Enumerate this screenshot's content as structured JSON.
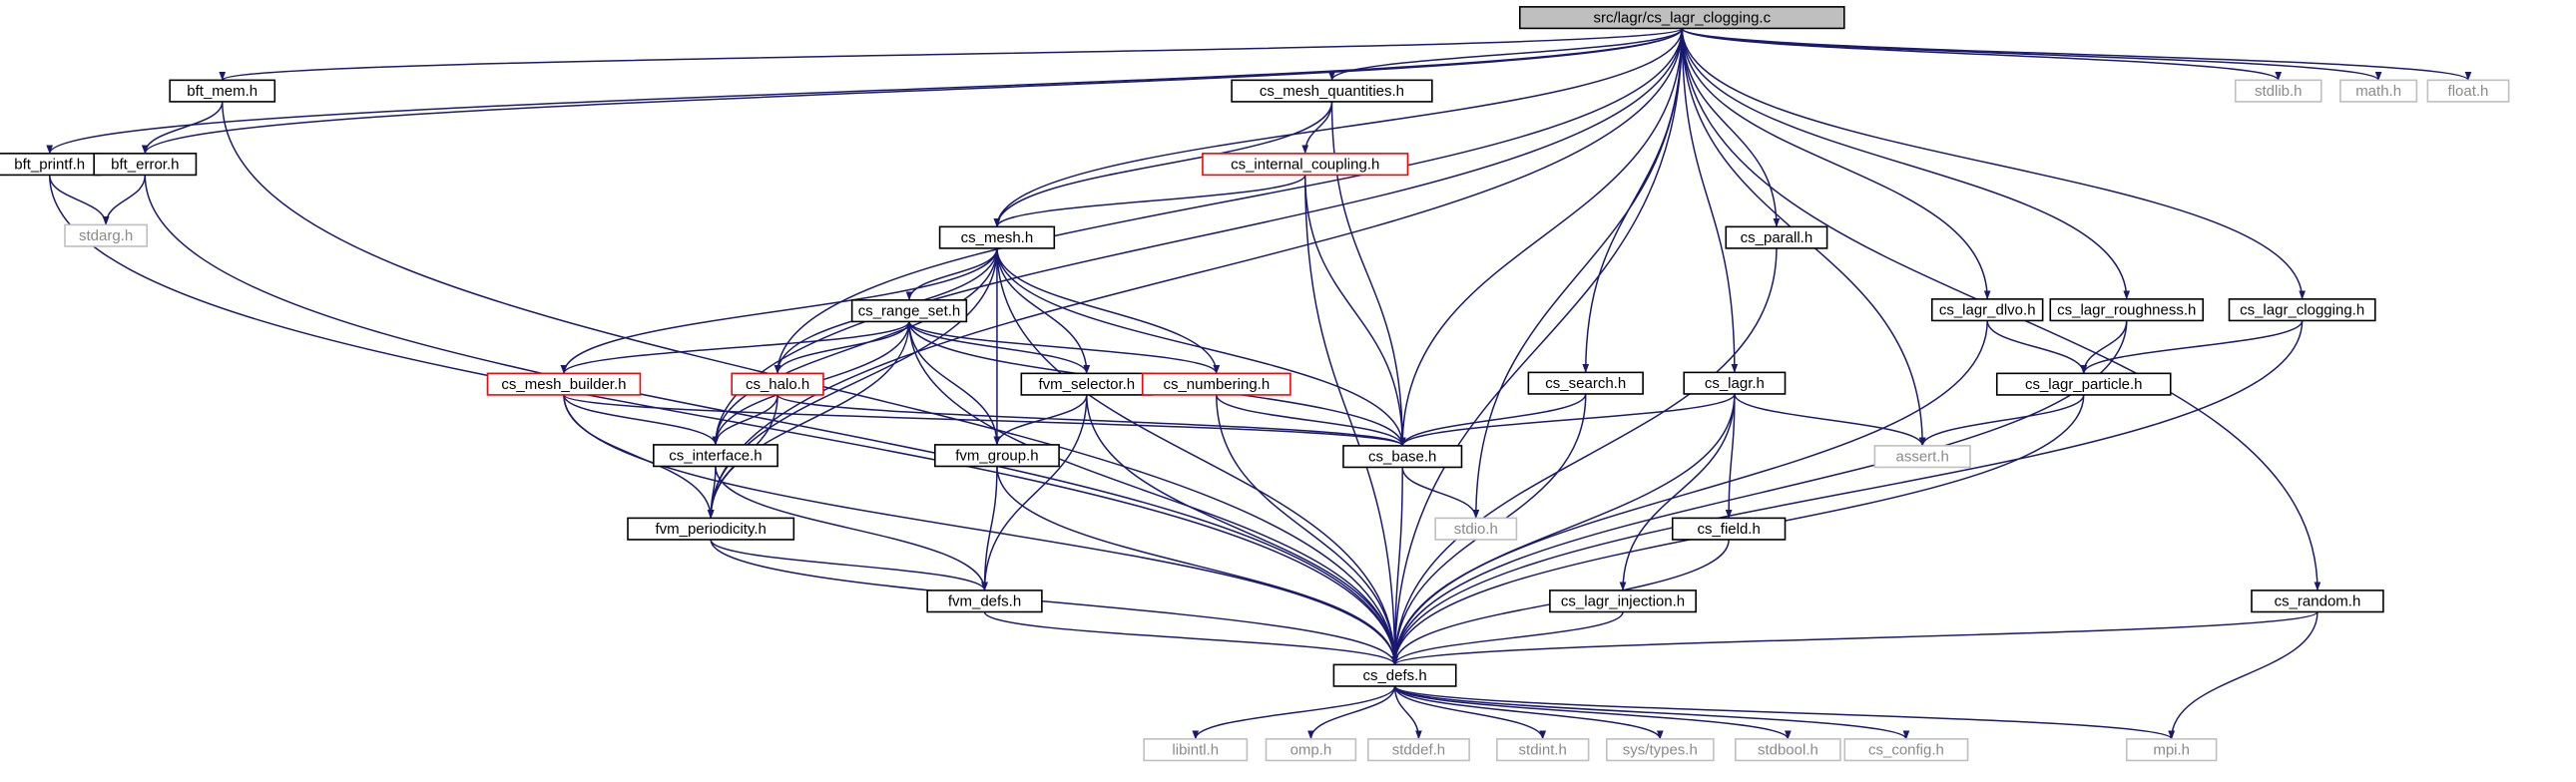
{
  "colors": {
    "edge": "#191970",
    "root_fill": "#bfbfbf",
    "root_border": "#000000",
    "normal_border": "#000000",
    "truncated_border": "#ff0000",
    "external_border": "#bfbfbf",
    "external_text": "#8a8a8a"
  },
  "nodes": {
    "root": "src/lagr/cs_lagr_clogging.c",
    "bft_mem": "bft_mem.h",
    "cs_mesh_quantities": "cs_mesh_quantities.h",
    "stdlib": "stdlib.h",
    "math": "math.h",
    "float": "float.h",
    "bft_printf": "bft_printf.h",
    "bft_error": "bft_error.h",
    "cs_internal_coupling": "cs_internal_coupling.h",
    "stdarg": "stdarg.h",
    "cs_mesh": "cs_mesh.h",
    "cs_parall": "cs_parall.h",
    "cs_lagr_dlvo": "cs_lagr_dlvo.h",
    "cs_lagr_roughness": "cs_lagr_roughness.h",
    "cs_lagr_clogging": "cs_lagr_clogging.h",
    "cs_range_set": "cs_range_set.h",
    "cs_mesh_builder": "cs_mesh_builder.h",
    "cs_halo": "cs_halo.h",
    "fvm_selector": "fvm_selector.h",
    "cs_numbering": "cs_numbering.h",
    "cs_search": "cs_search.h",
    "cs_lagr": "cs_lagr.h",
    "cs_lagr_particle": "cs_lagr_particle.h",
    "cs_interface": "cs_interface.h",
    "fvm_group": "fvm_group.h",
    "cs_base": "cs_base.h",
    "assert": "assert.h",
    "fvm_periodicity": "fvm_periodicity.h",
    "stdio": "stdio.h",
    "cs_field": "cs_field.h",
    "fvm_defs": "fvm_defs.h",
    "cs_lagr_injection": "cs_lagr_injection.h",
    "cs_random": "cs_random.h",
    "cs_defs": "cs_defs.h",
    "libintl": "libintl.h",
    "omp": "omp.h",
    "stddef": "stddef.h",
    "stdint": "stdint.h",
    "sys_types": "sys/types.h",
    "stdbool": "stdbool.h",
    "cs_config": "cs_config.h",
    "mpi": "mpi.h"
  },
  "node_kinds": {
    "root": "root",
    "stdlib": "external",
    "math": "external",
    "float": "external",
    "stdarg": "external",
    "assert": "external",
    "stdio": "external",
    "libintl": "external",
    "omp": "external",
    "stddef": "external",
    "stdint": "external",
    "sys_types": "external",
    "stdbool": "external",
    "cs_config": "external",
    "mpi": "external",
    "cs_internal_coupling": "truncated",
    "cs_mesh_builder": "truncated",
    "cs_halo": "truncated",
    "cs_numbering": "truncated"
  },
  "edges": [
    [
      "root",
      "bft_mem"
    ],
    [
      "root",
      "cs_mesh_quantities"
    ],
    [
      "root",
      "stdlib"
    ],
    [
      "root",
      "math"
    ],
    [
      "root",
      "float"
    ],
    [
      "root",
      "bft_printf"
    ],
    [
      "root",
      "bft_error"
    ],
    [
      "root",
      "cs_mesh"
    ],
    [
      "root",
      "cs_parall"
    ],
    [
      "root",
      "cs_lagr_dlvo"
    ],
    [
      "root",
      "cs_lagr_roughness"
    ],
    [
      "root",
      "cs_lagr_clogging"
    ],
    [
      "root",
      "cs_halo"
    ],
    [
      "root",
      "cs_interface"
    ],
    [
      "root",
      "fvm_periodicity"
    ],
    [
      "root",
      "cs_base"
    ],
    [
      "root",
      "cs_search"
    ],
    [
      "root",
      "cs_lagr"
    ],
    [
      "root",
      "stdio"
    ],
    [
      "root",
      "assert"
    ],
    [
      "root",
      "cs_random"
    ],
    [
      "root",
      "cs_defs"
    ],
    [
      "bft_mem",
      "bft_error"
    ],
    [
      "bft_mem",
      "cs_defs"
    ],
    [
      "bft_printf",
      "stdarg"
    ],
    [
      "bft_printf",
      "cs_defs"
    ],
    [
      "bft_error",
      "stdarg"
    ],
    [
      "bft_error",
      "cs_defs"
    ],
    [
      "cs_mesh_quantities",
      "cs_internal_coupling"
    ],
    [
      "cs_mesh_quantities",
      "cs_mesh"
    ],
    [
      "cs_mesh_quantities",
      "cs_base"
    ],
    [
      "cs_internal_coupling",
      "cs_mesh"
    ],
    [
      "cs_internal_coupling",
      "cs_base"
    ],
    [
      "cs_internal_coupling",
      "cs_defs"
    ],
    [
      "cs_mesh",
      "cs_range_set"
    ],
    [
      "cs_mesh",
      "cs_mesh_builder"
    ],
    [
      "cs_mesh",
      "cs_halo"
    ],
    [
      "cs_mesh",
      "fvm_selector"
    ],
    [
      "cs_mesh",
      "cs_numbering"
    ],
    [
      "cs_mesh",
      "cs_interface"
    ],
    [
      "cs_mesh",
      "fvm_group"
    ],
    [
      "cs_mesh",
      "fvm_periodicity"
    ],
    [
      "cs_mesh",
      "cs_base"
    ],
    [
      "cs_mesh",
      "cs_defs"
    ],
    [
      "cs_range_set",
      "cs_mesh_builder"
    ],
    [
      "cs_range_set",
      "cs_halo"
    ],
    [
      "cs_range_set",
      "fvm_selector"
    ],
    [
      "cs_range_set",
      "cs_numbering"
    ],
    [
      "cs_range_set",
      "cs_interface"
    ],
    [
      "cs_range_set",
      "fvm_group"
    ],
    [
      "cs_range_set",
      "fvm_periodicity"
    ],
    [
      "cs_range_set",
      "cs_base"
    ],
    [
      "cs_range_set",
      "cs_defs"
    ],
    [
      "cs_mesh_builder",
      "cs_interface"
    ],
    [
      "cs_mesh_builder",
      "fvm_periodicity"
    ],
    [
      "cs_mesh_builder",
      "cs_base"
    ],
    [
      "cs_mesh_builder",
      "cs_defs"
    ],
    [
      "cs_halo",
      "cs_interface"
    ],
    [
      "cs_halo",
      "fvm_periodicity"
    ],
    [
      "cs_halo",
      "cs_base"
    ],
    [
      "fvm_selector",
      "fvm_group"
    ],
    [
      "fvm_selector",
      "fvm_defs"
    ],
    [
      "fvm_selector",
      "cs_defs"
    ],
    [
      "cs_numbering",
      "cs_base"
    ],
    [
      "cs_numbering",
      "cs_defs"
    ],
    [
      "cs_interface",
      "fvm_periodicity"
    ],
    [
      "cs_interface",
      "fvm_defs"
    ],
    [
      "fvm_group",
      "fvm_defs"
    ],
    [
      "fvm_group",
      "cs_defs"
    ],
    [
      "fvm_periodicity",
      "fvm_defs"
    ],
    [
      "fvm_periodicity",
      "cs_defs"
    ],
    [
      "fvm_defs",
      "cs_defs"
    ],
    [
      "cs_base",
      "stdio"
    ],
    [
      "cs_base",
      "cs_defs"
    ],
    [
      "cs_parall",
      "cs_defs"
    ],
    [
      "cs_search",
      "cs_base"
    ],
    [
      "cs_search",
      "cs_defs"
    ],
    [
      "cs_lagr",
      "cs_base"
    ],
    [
      "cs_lagr",
      "assert"
    ],
    [
      "cs_lagr",
      "cs_field"
    ],
    [
      "cs_lagr",
      "cs_lagr_injection"
    ],
    [
      "cs_lagr",
      "cs_defs"
    ],
    [
      "cs_field",
      "cs_defs"
    ],
    [
      "cs_lagr_injection",
      "cs_defs"
    ],
    [
      "cs_lagr_dlvo",
      "cs_lagr_particle"
    ],
    [
      "cs_lagr_dlvo",
      "cs_defs"
    ],
    [
      "cs_lagr_roughness",
      "cs_lagr_particle"
    ],
    [
      "cs_lagr_roughness",
      "cs_defs"
    ],
    [
      "cs_lagr_clogging",
      "cs_lagr_particle"
    ],
    [
      "cs_lagr_clogging",
      "cs_defs"
    ],
    [
      "cs_lagr_particle",
      "assert"
    ],
    [
      "cs_lagr_particle",
      "cs_defs"
    ],
    [
      "cs_random",
      "cs_defs"
    ],
    [
      "cs_random",
      "mpi"
    ],
    [
      "cs_defs",
      "libintl"
    ],
    [
      "cs_defs",
      "omp"
    ],
    [
      "cs_defs",
      "stddef"
    ],
    [
      "cs_defs",
      "stdint"
    ],
    [
      "cs_defs",
      "sys_types"
    ],
    [
      "cs_defs",
      "stdbool"
    ],
    [
      "cs_defs",
      "cs_config"
    ],
    [
      "cs_defs",
      "mpi"
    ]
  ]
}
